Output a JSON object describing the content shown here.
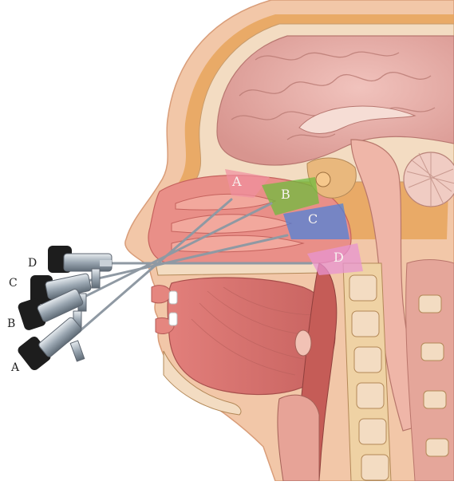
{
  "endoscopes": [
    {
      "label": "A",
      "color": "#e87a82"
    },
    {
      "label": "B",
      "color": "#7dc24a"
    },
    {
      "label": "C",
      "color": "#5d8fd6"
    },
    {
      "label": "D",
      "color": "#e28fc8"
    }
  ],
  "zones": [
    {
      "label": "A",
      "color": "#ef8fa0"
    },
    {
      "label": "B",
      "color": "#6fbb3e"
    },
    {
      "label": "C",
      "color": "#4f82d8"
    },
    {
      "label": "D",
      "color": "#e794d2"
    }
  ],
  "colors": {
    "skin": "#f2c7a8",
    "fat": "#e8a55c",
    "brain": "#e8b3ad",
    "muscle": "#e58d84",
    "bone": "#f3dcc2",
    "scope_metal": "#b8c2cb",
    "scope_dark": "#1d1d1d"
  }
}
